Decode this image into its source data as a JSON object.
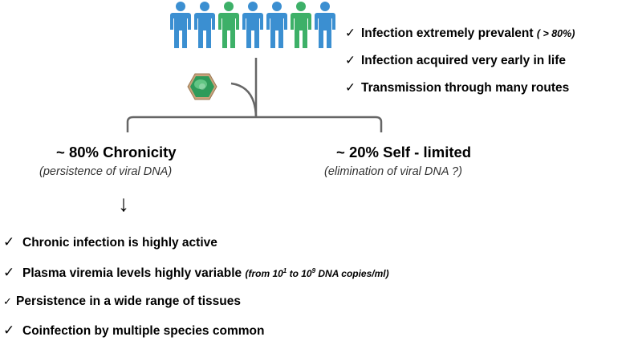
{
  "people": {
    "colors": [
      "#3b8fd1",
      "#3b8fd1",
      "#3db068",
      "#3b8fd1",
      "#3b8fd1",
      "#3db068",
      "#3b8fd1"
    ]
  },
  "top_list": [
    {
      "text": "Infection extremely prevalent",
      "note": "( > 80%)"
    },
    {
      "text": "Infection acquired very early in life",
      "note": ""
    },
    {
      "text": "Transmission through many routes",
      "note": ""
    }
  ],
  "check_mark": "✓",
  "arrow_glyph": "↓",
  "branches": {
    "left": {
      "title": "~ 80% Chronicity",
      "subtitle": "(persistence of viral DNA)"
    },
    "right": {
      "title": "~ 20% Self - limited",
      "subtitle": "(elimination of viral DNA ?)"
    }
  },
  "bottom_list": [
    {
      "text": "Chronic infection is highly active"
    },
    {
      "text": "Plasma viremia levels highly variable",
      "note_prefix": "(from 10",
      "sup1": "1",
      "note_mid": " to 10",
      "sup2": "9",
      "note_suffix": " DNA copies/ml)"
    },
    {
      "text": "Persistence in a wide range of tissues"
    },
    {
      "text": "Coinfection by multiple species common"
    }
  ]
}
